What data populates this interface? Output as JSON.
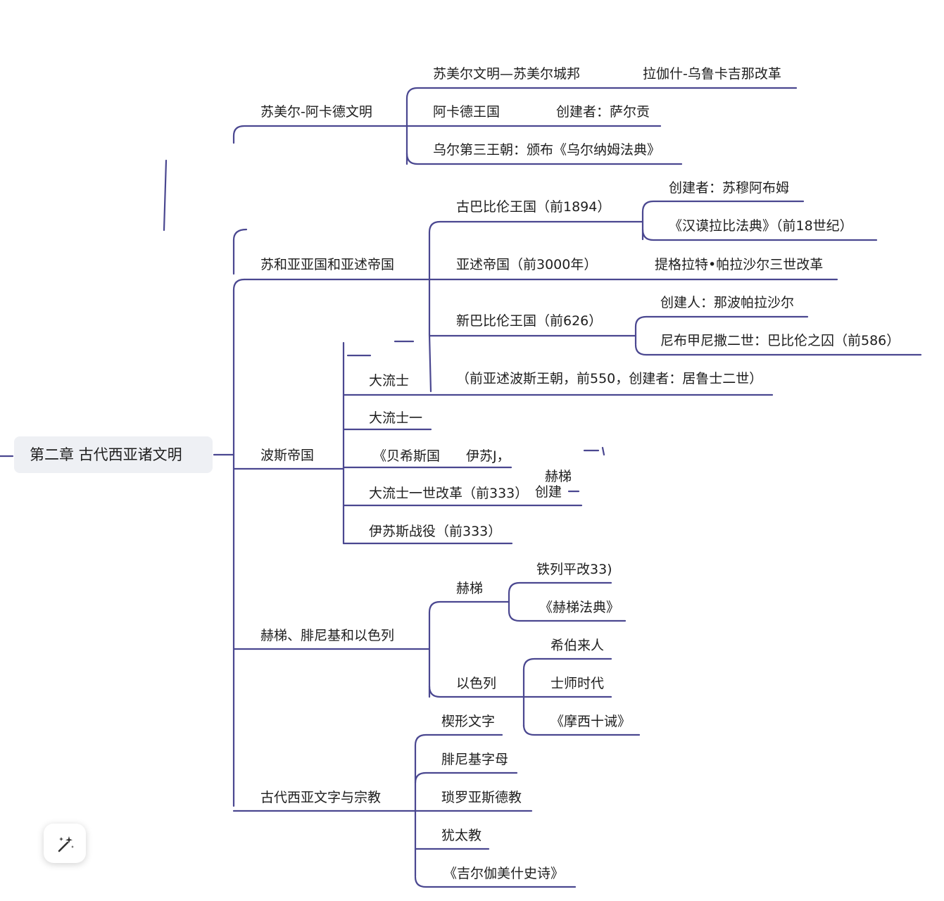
{
  "accent_color": "#4a4790",
  "root": {
    "label": "第二章 古代西亚诸文明"
  },
  "branches": [
    {
      "label": "苏美尔-阿卡德文明",
      "items": [
        {
          "label": "苏美尔文明—苏美尔城邦",
          "note": "拉伽什-乌鲁卡吉那改革"
        },
        {
          "label": "阿卡德王国",
          "note": "创建者：萨尔贡"
        },
        {
          "label": "乌尔第三王朝：颁布《乌尔纳姆法典》"
        }
      ]
    },
    {
      "label": "苏和亚亚国和亚述帝国",
      "items": [
        {
          "label": "古巴比伦王国（前1894）",
          "children": [
            "创建者：苏穆阿布姆",
            "《汉谟拉比法典》（前18世纪）"
          ]
        },
        {
          "label": "亚述帝国（前3000年）",
          "note": "提格拉特•帕拉沙尔三世改革"
        },
        {
          "label": "新巴比伦王国（前626）",
          "children": [
            "创建人：那波帕拉沙尔",
            "尼布甲尼撒二世：巴比伦之囚（前586）"
          ]
        }
      ]
    },
    {
      "label": "波斯帝国",
      "items": [
        {
          "label": "大流士",
          "note": "（前亚述波斯王朝，前550，创建者：居鲁士二世）"
        },
        {
          "label": "大流士一"
        },
        {
          "label": "《贝希斯国",
          "note": "伊苏J，"
        },
        {
          "label": "大流士一世改革（前333）",
          "note": "创建",
          "floating": "赫梯"
        },
        {
          "label": "伊苏斯战役（前333）"
        }
      ]
    },
    {
      "label": "赫梯、腓尼基和以色列",
      "items": [
        {
          "label": "赫梯",
          "children": [
            "铁列平改33)",
            "《赫梯法典》"
          ]
        },
        {
          "label": "以色列",
          "children": [
            "希伯来人",
            "士师时代",
            "《摩西十诫》"
          ]
        }
      ]
    },
    {
      "label": "古代西亚文字与宗教",
      "items": [
        {
          "label": "楔形文字"
        },
        {
          "label": "腓尼基字母"
        },
        {
          "label": "琐罗亚斯德教"
        },
        {
          "label": "犹太教"
        },
        {
          "label": "《吉尔伽美什史诗》"
        }
      ]
    }
  ],
  "magic_button": {
    "icon": "magic-wand-icon"
  }
}
